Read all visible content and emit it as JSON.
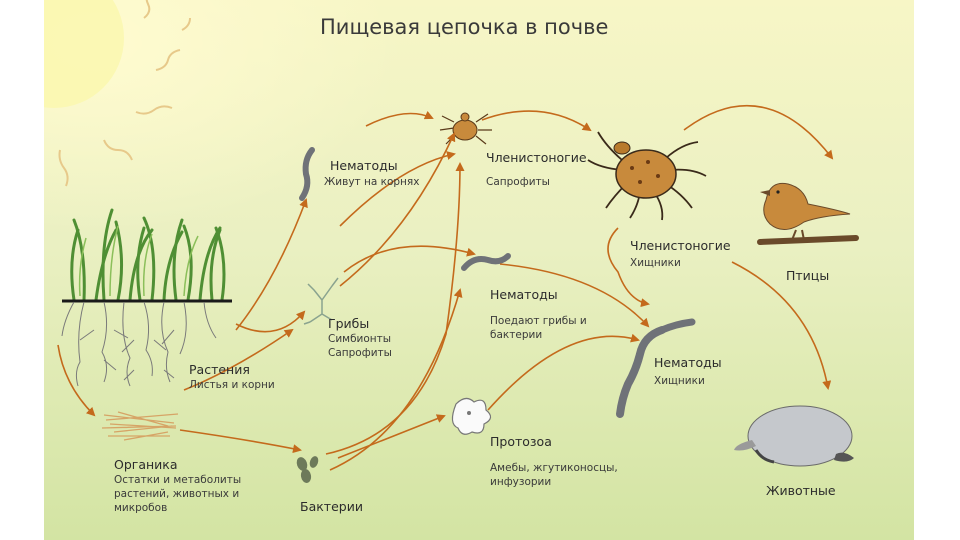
{
  "title": "Пищевая цепочка в почве",
  "nodes": {
    "plants": {
      "label": "Растения",
      "sub": "Листья и корни"
    },
    "organics": {
      "label": "Органика",
      "sub": "Остатки и метаболиты\nрастений, животных и\nмикробов"
    },
    "fungi": {
      "label": "Грибы",
      "sub": "Симбионты\nСапрофиты"
    },
    "bacteria": {
      "label": "Бактерии"
    },
    "nematodes_roots": {
      "label": "Нематоды",
      "sub": "Живут на корнях"
    },
    "arthropods_sapro": {
      "label": "Членистоногие",
      "sub": "Сапрофиты"
    },
    "nematodes_fungi": {
      "label": "Нематоды",
      "sub": "Поедают грибы и\nбактерии"
    },
    "protozoa": {
      "label": "Протозоа",
      "sub": "Амебы, жгутиконосцы,\nинфузории"
    },
    "arthropods_pred": {
      "label": "Членистоногие",
      "sub": "Хищники"
    },
    "nematodes_pred": {
      "label": "Нематоды",
      "sub": "Хищники"
    },
    "birds": {
      "label": "Птицы"
    },
    "animals": {
      "label": "Животные"
    }
  },
  "colors": {
    "arrow": "#c46a1c",
    "creature": "#c88a3c",
    "worm": "#6f7278",
    "grass": "#4f8f34",
    "sun": "#fbf6a8"
  }
}
